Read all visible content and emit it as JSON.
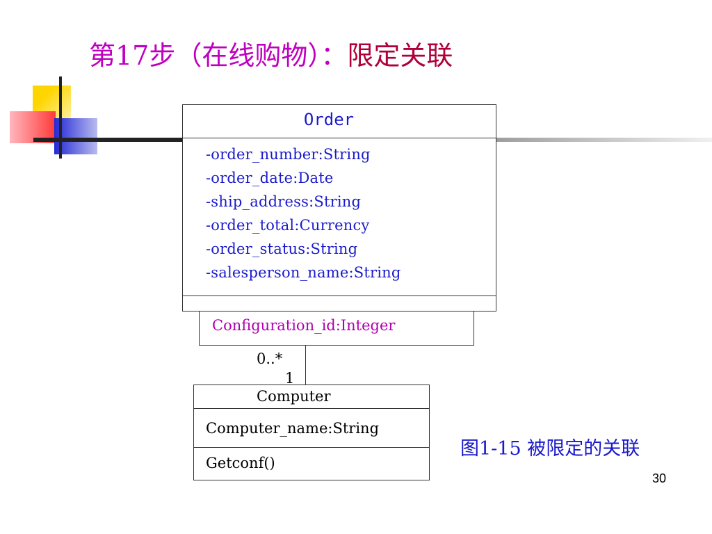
{
  "title": {
    "left": "第17步（在线购物）：",
    "right": "限定关联",
    "color_left": "#c000c0",
    "color_right": "#b0003a"
  },
  "order_class": {
    "name": "Order",
    "attributes": [
      "-order_number:String",
      "-order_date:Date",
      "-ship_address:String",
      "-order_total:Currency",
      "-order_status:String",
      "-salesperson_name:String"
    ],
    "color": "#1a1acc"
  },
  "qualifier": {
    "text": "Configuration_id:Integer",
    "color": "#b000b0"
  },
  "association": {
    "multiplicity_order_end": "0..*",
    "multiplicity_computer_end": "1"
  },
  "computer_class": {
    "name": "Computer",
    "attribute": "Computer_name:String",
    "operation": "Getconf()"
  },
  "caption": "图1-15 被限定的关联",
  "page_number": "30"
}
